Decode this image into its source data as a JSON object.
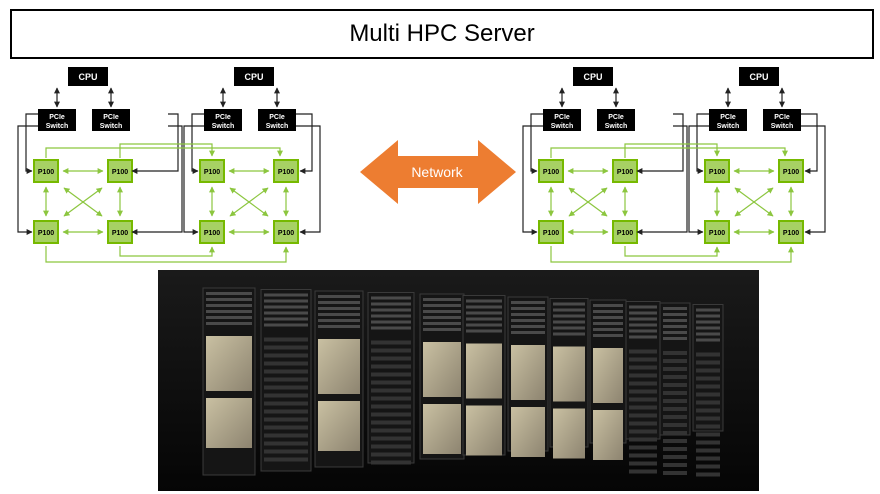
{
  "title": "Multi HPC Server",
  "network_label": "Network",
  "cpu_label": "CPU",
  "switch_label": [
    "PCIe",
    "Switch"
  ],
  "gpu_label": "P100",
  "colors": {
    "box_dark": "#000000",
    "gpu_fill": "#a7d164",
    "gpu_border": "#76b900",
    "link_green": "#8cc63f",
    "link_black": "#222222",
    "network_arrow": "#ed7d31"
  }
}
